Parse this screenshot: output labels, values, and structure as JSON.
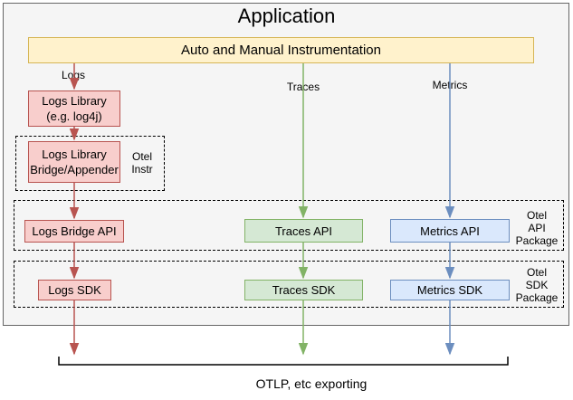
{
  "colors": {
    "red_stroke": "#b85450",
    "red_fill": "#f8cecc",
    "green_stroke": "#82b366",
    "green_fill": "#d5e8d4",
    "blue_stroke": "#6c8ebf",
    "blue_fill": "#dae8fc",
    "yellow_stroke": "#d6b656",
    "yellow_fill": "#fff2cc",
    "app_fill": "#f5f5f5",
    "app_stroke": "#666666",
    "bracket": "#000000"
  },
  "app": {
    "title": "Application",
    "instrumentation": "Auto and Manual Instrumentation"
  },
  "signals": {
    "logs": "Logs",
    "traces": "Traces",
    "metrics": "Metrics"
  },
  "nodes": {
    "logs_library": {
      "line1": "Logs Library",
      "line2": "(e.g. log4j)"
    },
    "logs_bridge": {
      "line1": "Logs Library",
      "line2": "Bridge/Appender"
    },
    "logs_bridge_api": "Logs Bridge API",
    "traces_api": "Traces API",
    "metrics_api": "Metrics API",
    "logs_sdk": "Logs SDK",
    "traces_sdk": "Traces SDK",
    "metrics_sdk": "Metrics SDK"
  },
  "groups": {
    "otel_instr": {
      "line1": "Otel",
      "line2": "Instr"
    },
    "otel_api": {
      "line1": "Otel",
      "line2": "API",
      "line3": "Package"
    },
    "otel_sdk": {
      "line1": "Otel",
      "line2": "SDK",
      "line3": "Package"
    }
  },
  "footer": {
    "exporting": "OTLP, etc exporting"
  }
}
